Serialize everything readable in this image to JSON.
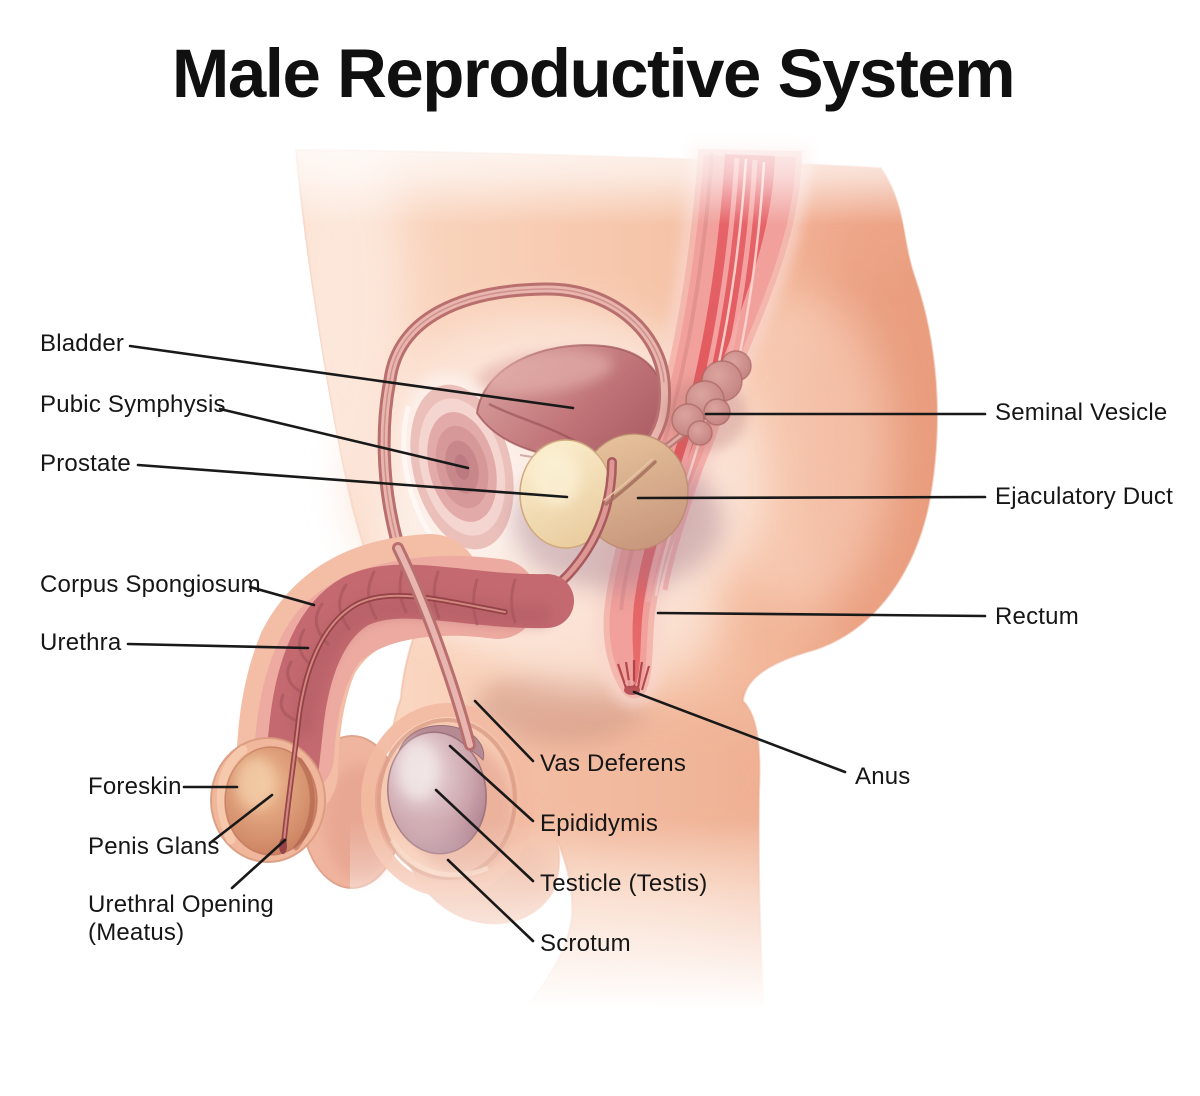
{
  "title": "Male Reproductive System",
  "labels": {
    "bladder": "Bladder",
    "pubic_symphysis": "Pubic Symphysis",
    "prostate": "Prostate",
    "corpus_spongiosum": "Corpus Spongiosum",
    "urethra": "Urethra",
    "foreskin": "Foreskin",
    "penis_glans": "Penis Glans",
    "urethral_opening": "Urethral Opening (Meatus)",
    "vas_deferens": "Vas Deferens",
    "epididymis": "Epididymis",
    "testicle": "Testicle (Testis)",
    "scrotum": "Scrotum",
    "seminal_vesicle": "Seminal Vesicle",
    "ejaculatory_duct": "Ejaculatory Duct",
    "rectum": "Rectum",
    "anus": "Anus"
  },
  "colors": {
    "background": "#ffffff",
    "text": "#161616",
    "leader_line": "#191919",
    "skin": "#f7cab2",
    "skin_deep": "#ea9e7f",
    "rectum_red": "#e05a5e",
    "organ_rose": "#c07478",
    "prostate_cream": "#f3ddb4",
    "testis_mauve": "#cba3ab"
  }
}
